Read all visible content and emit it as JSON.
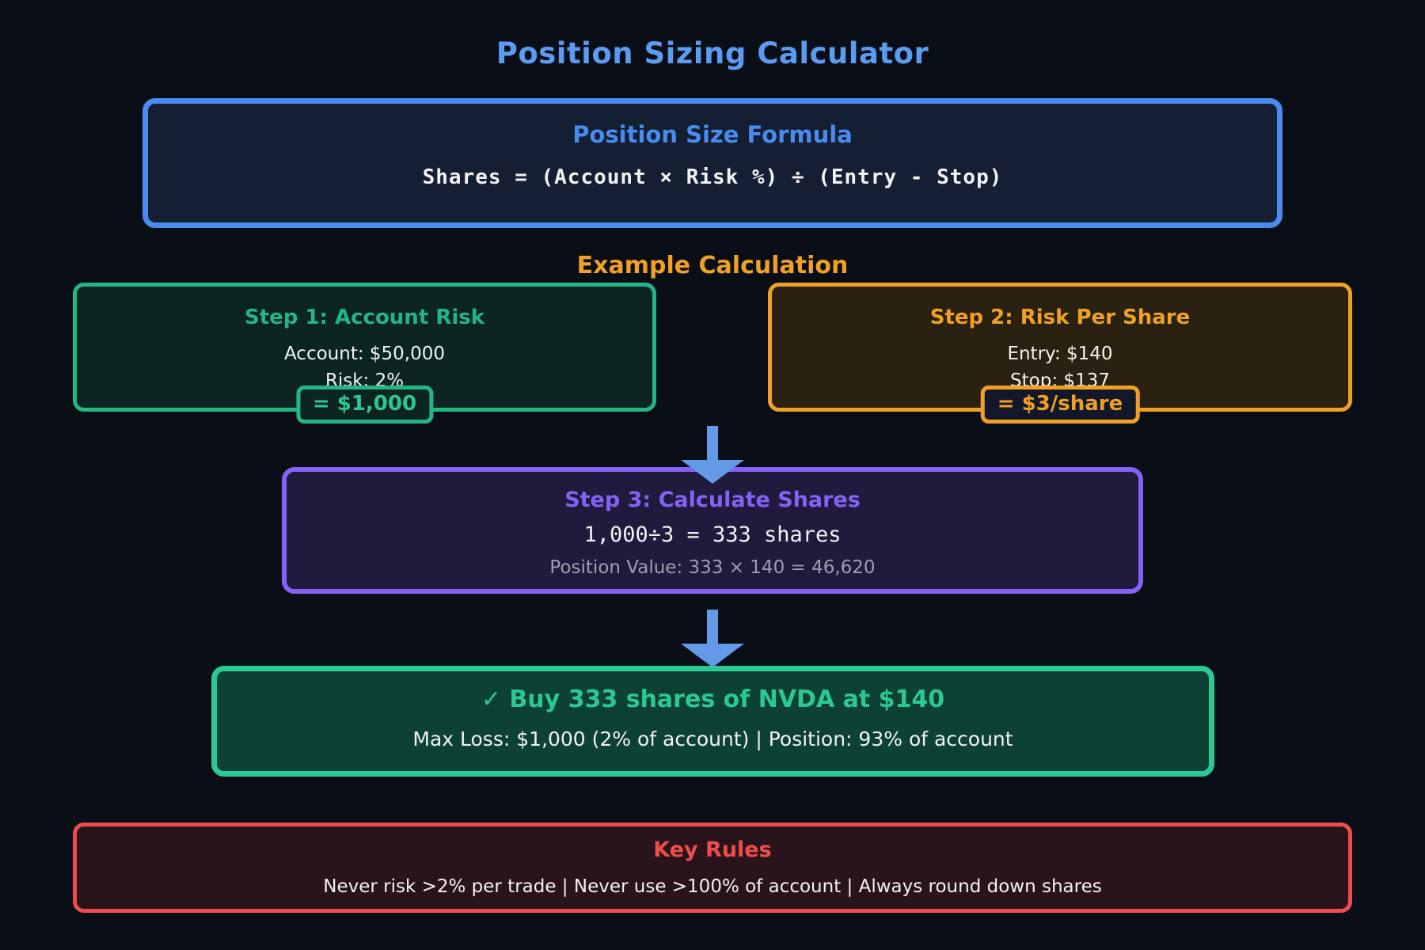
{
  "page": {
    "title": "Position Sizing Calculator"
  },
  "formula_box": {
    "title": "Position Size Formula",
    "formula": "Shares = (Account × Risk %) ÷ (Entry - Stop)"
  },
  "example": {
    "heading": "Example Calculation",
    "step1": {
      "title": "Step 1: Account Risk",
      "lines": [
        "Account: $50,000",
        "Risk: 2%"
      ],
      "badge": "= $1,000"
    },
    "step2": {
      "title": "Step 2: Risk Per Share",
      "lines": [
        "Entry: $140",
        "Stop: $137"
      ],
      "badge": "= $3/share"
    },
    "step3": {
      "title": "Step 3: Calculate Shares",
      "calc": "1,000÷3 = 333 shares",
      "subtext": "Position Value: 333 × 140 = 46,620"
    },
    "result": {
      "title": "✓ Buy 333 shares of NVDA at $140",
      "subtext": "Max Loss: $1,000 (2% of account) | Position: 93% of account"
    }
  },
  "rules": {
    "title": "Key Rules",
    "text": "Never risk >2% per trade | Never use >100% of account | Always round down shares"
  },
  "colors": {
    "page-bg": "#0a0e17",
    "blue": "#4a8bf0",
    "blue-light": "#5b9bf0",
    "arrow-blue": "#639ae8",
    "green": "#23b586",
    "green-bright": "#2bc992",
    "orange": "#f0a125",
    "purple": "#8561f5",
    "red": "#ef4d4d",
    "text": "#f2f2f2",
    "muted": "#9aa0b0"
  }
}
